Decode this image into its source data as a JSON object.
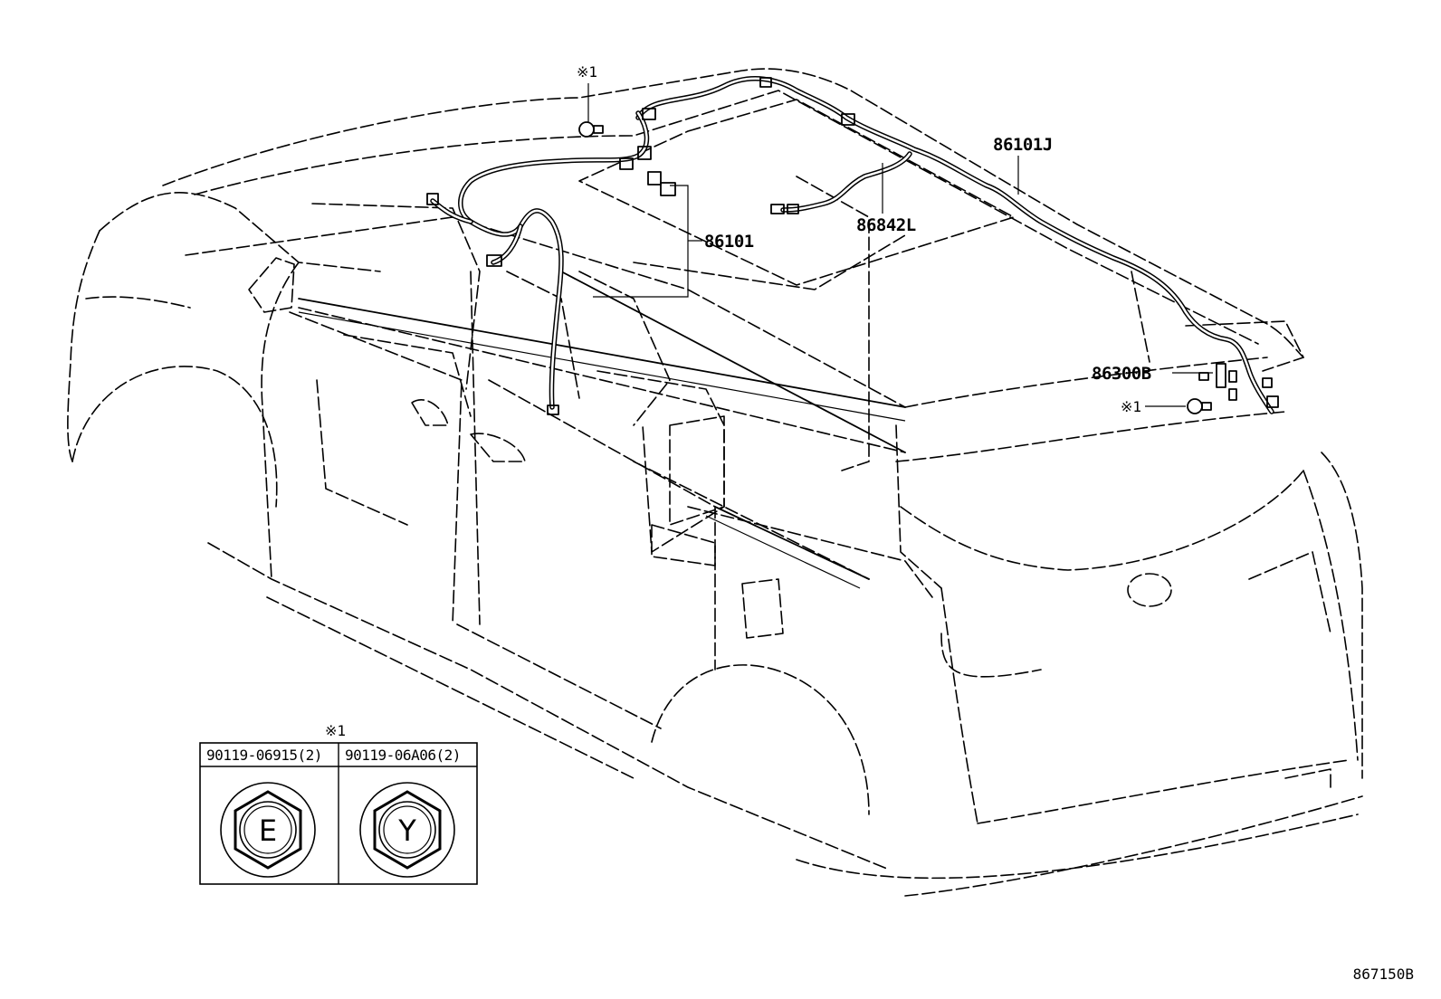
{
  "diagram": {
    "callouts": {
      "part_86101J": "86101J",
      "part_86842L": "86842L",
      "part_86101": "86101",
      "part_86300B": "86300B",
      "note_top": "※1",
      "note_rear": "※1"
    },
    "fastener_table": {
      "note": "※1",
      "columns": [
        {
          "part_number": "90119-06915(2)",
          "head_mark": "E"
        },
        {
          "part_number": "90119-06A06(2)",
          "head_mark": "Y"
        }
      ]
    },
    "reference_code": "867150B"
  }
}
